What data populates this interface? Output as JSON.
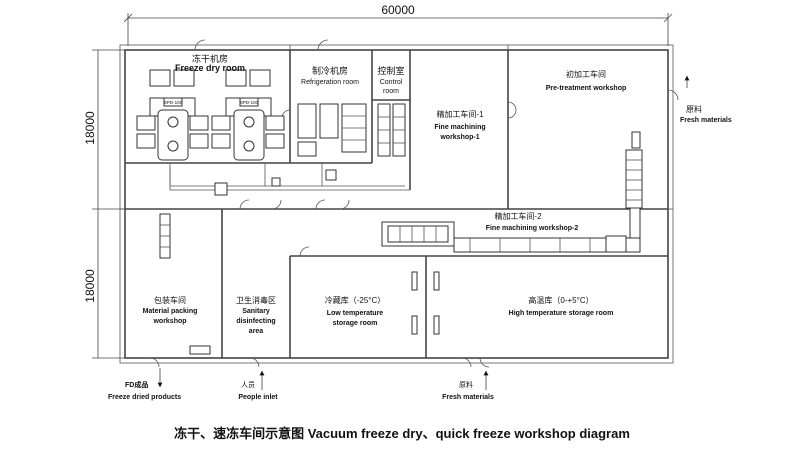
{
  "dimensions": {
    "width_total": "60000",
    "height_top": "18000",
    "height_bottom": "18000"
  },
  "rooms": {
    "freeze_dry": {
      "zh": "冻干机房",
      "en": "Freeze dry room"
    },
    "refrigeration": {
      "zh": "制冷机房",
      "en": "Refrigeration room"
    },
    "control": {
      "zh": "控制室",
      "en1": "Control",
      "en2": "room"
    },
    "fine1": {
      "zh": "精加工车间-1",
      "en1": "Fine machining",
      "en2": "workshop-1"
    },
    "pretreatment": {
      "zh": "初加工车间",
      "en": "Pre-treatment workshop"
    },
    "fine2": {
      "zh": "精加工车间-2",
      "en": "Fine machining workshop-2"
    },
    "packing": {
      "zh": "包装车间",
      "en1": "Material packing",
      "en2": "workshop"
    },
    "sanitary": {
      "zh": "卫生消毒区",
      "en1": "Sanitary",
      "en2": "disinfecting",
      "en3": "area"
    },
    "cold_storage": {
      "zh": "冷藏库（-25°C）",
      "en1": "Low temperature",
      "en2": "storage room"
    },
    "high_storage": {
      "zh": "高温库（0-+5°C）",
      "en": "High temperature storage room"
    }
  },
  "equipment_labels": {
    "unit_a": "SPD-100",
    "unit_b": "SPD-100"
  },
  "flows": {
    "fresh_right": {
      "zh": "原料",
      "en": "Fresh materials"
    },
    "fd_products": {
      "zh": "FD成品",
      "en": "Freeze dried products"
    },
    "people": {
      "zh": "人员",
      "en": "People inlet"
    },
    "fresh_bottom": {
      "zh": "原料",
      "en": "Fresh materials"
    }
  },
  "caption": "冻干、速冻车间示意图 Vacuum freeze dry、quick freeze workshop diagram"
}
